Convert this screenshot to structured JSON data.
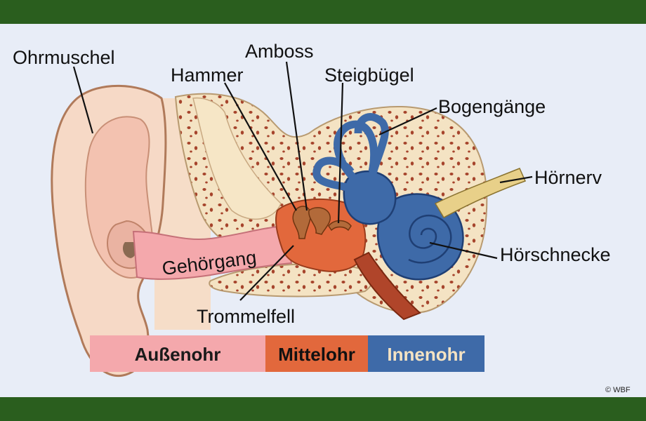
{
  "colors": {
    "frame": "#2a5e1e",
    "background": "#e8edf7",
    "outer_ear": "#f4a8ac",
    "middle_ear": "#e2683c",
    "inner_ear": "#3e6aa8",
    "bone": "#f4e3c3"
  },
  "labels": {
    "ohrmuschel": "Ohrmuschel",
    "amboss": "Amboss",
    "hammer": "Hammer",
    "steigbuegel": "Steigbügel",
    "bogengaenge": "Bogengänge",
    "hoernerv": "Hörnerv",
    "hoerschnecke": "Hörschnecke",
    "gehoergang": "Gehörgang",
    "trommelfell": "Trommelfell"
  },
  "legend": {
    "aussenohr": "Außenohr",
    "mittelohr": "Mittelohr",
    "innenohr": "Innenohr"
  },
  "credit": "© WBF"
}
